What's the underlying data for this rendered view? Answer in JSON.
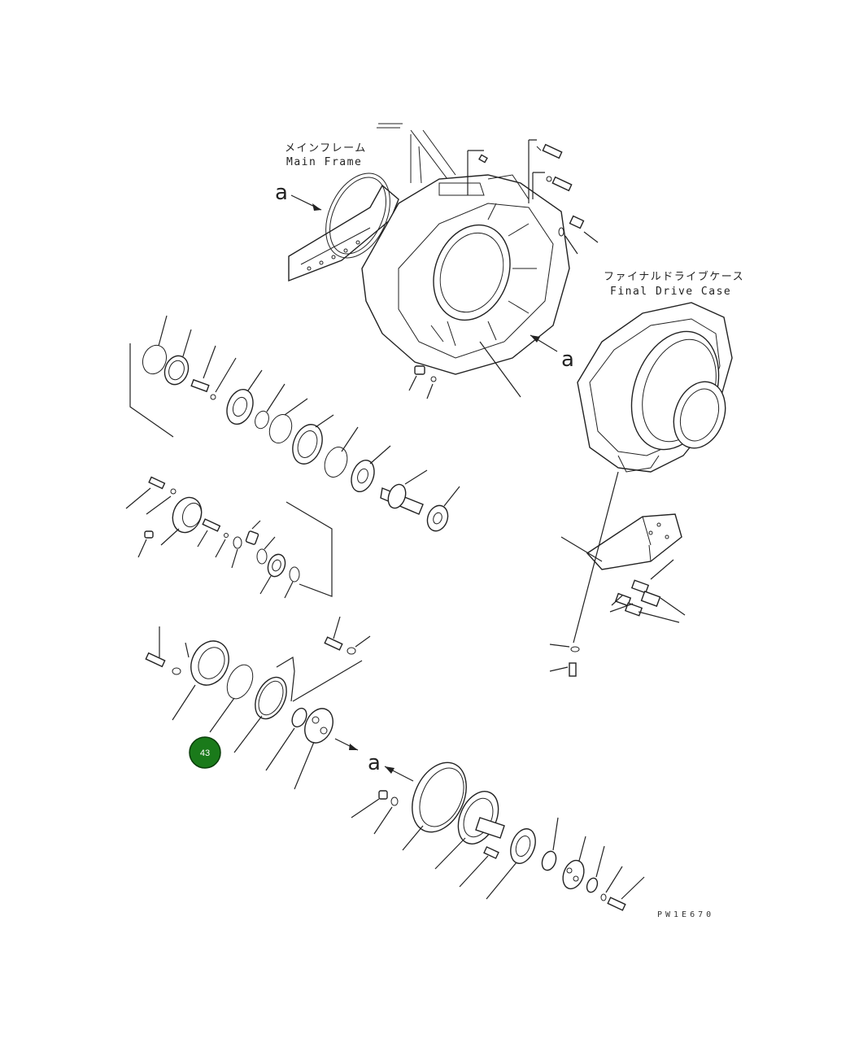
{
  "labels": {
    "main_frame_jp": "メインフレーム",
    "main_frame_en": "Main Frame",
    "final_drive_jp": "ファイナルドライブケース",
    "final_drive_en": "Final Drive Case",
    "ref_a": "a",
    "drawing_code": "PW1E670"
  },
  "callout": {
    "number": "43",
    "color": "#1a7a1a"
  }
}
